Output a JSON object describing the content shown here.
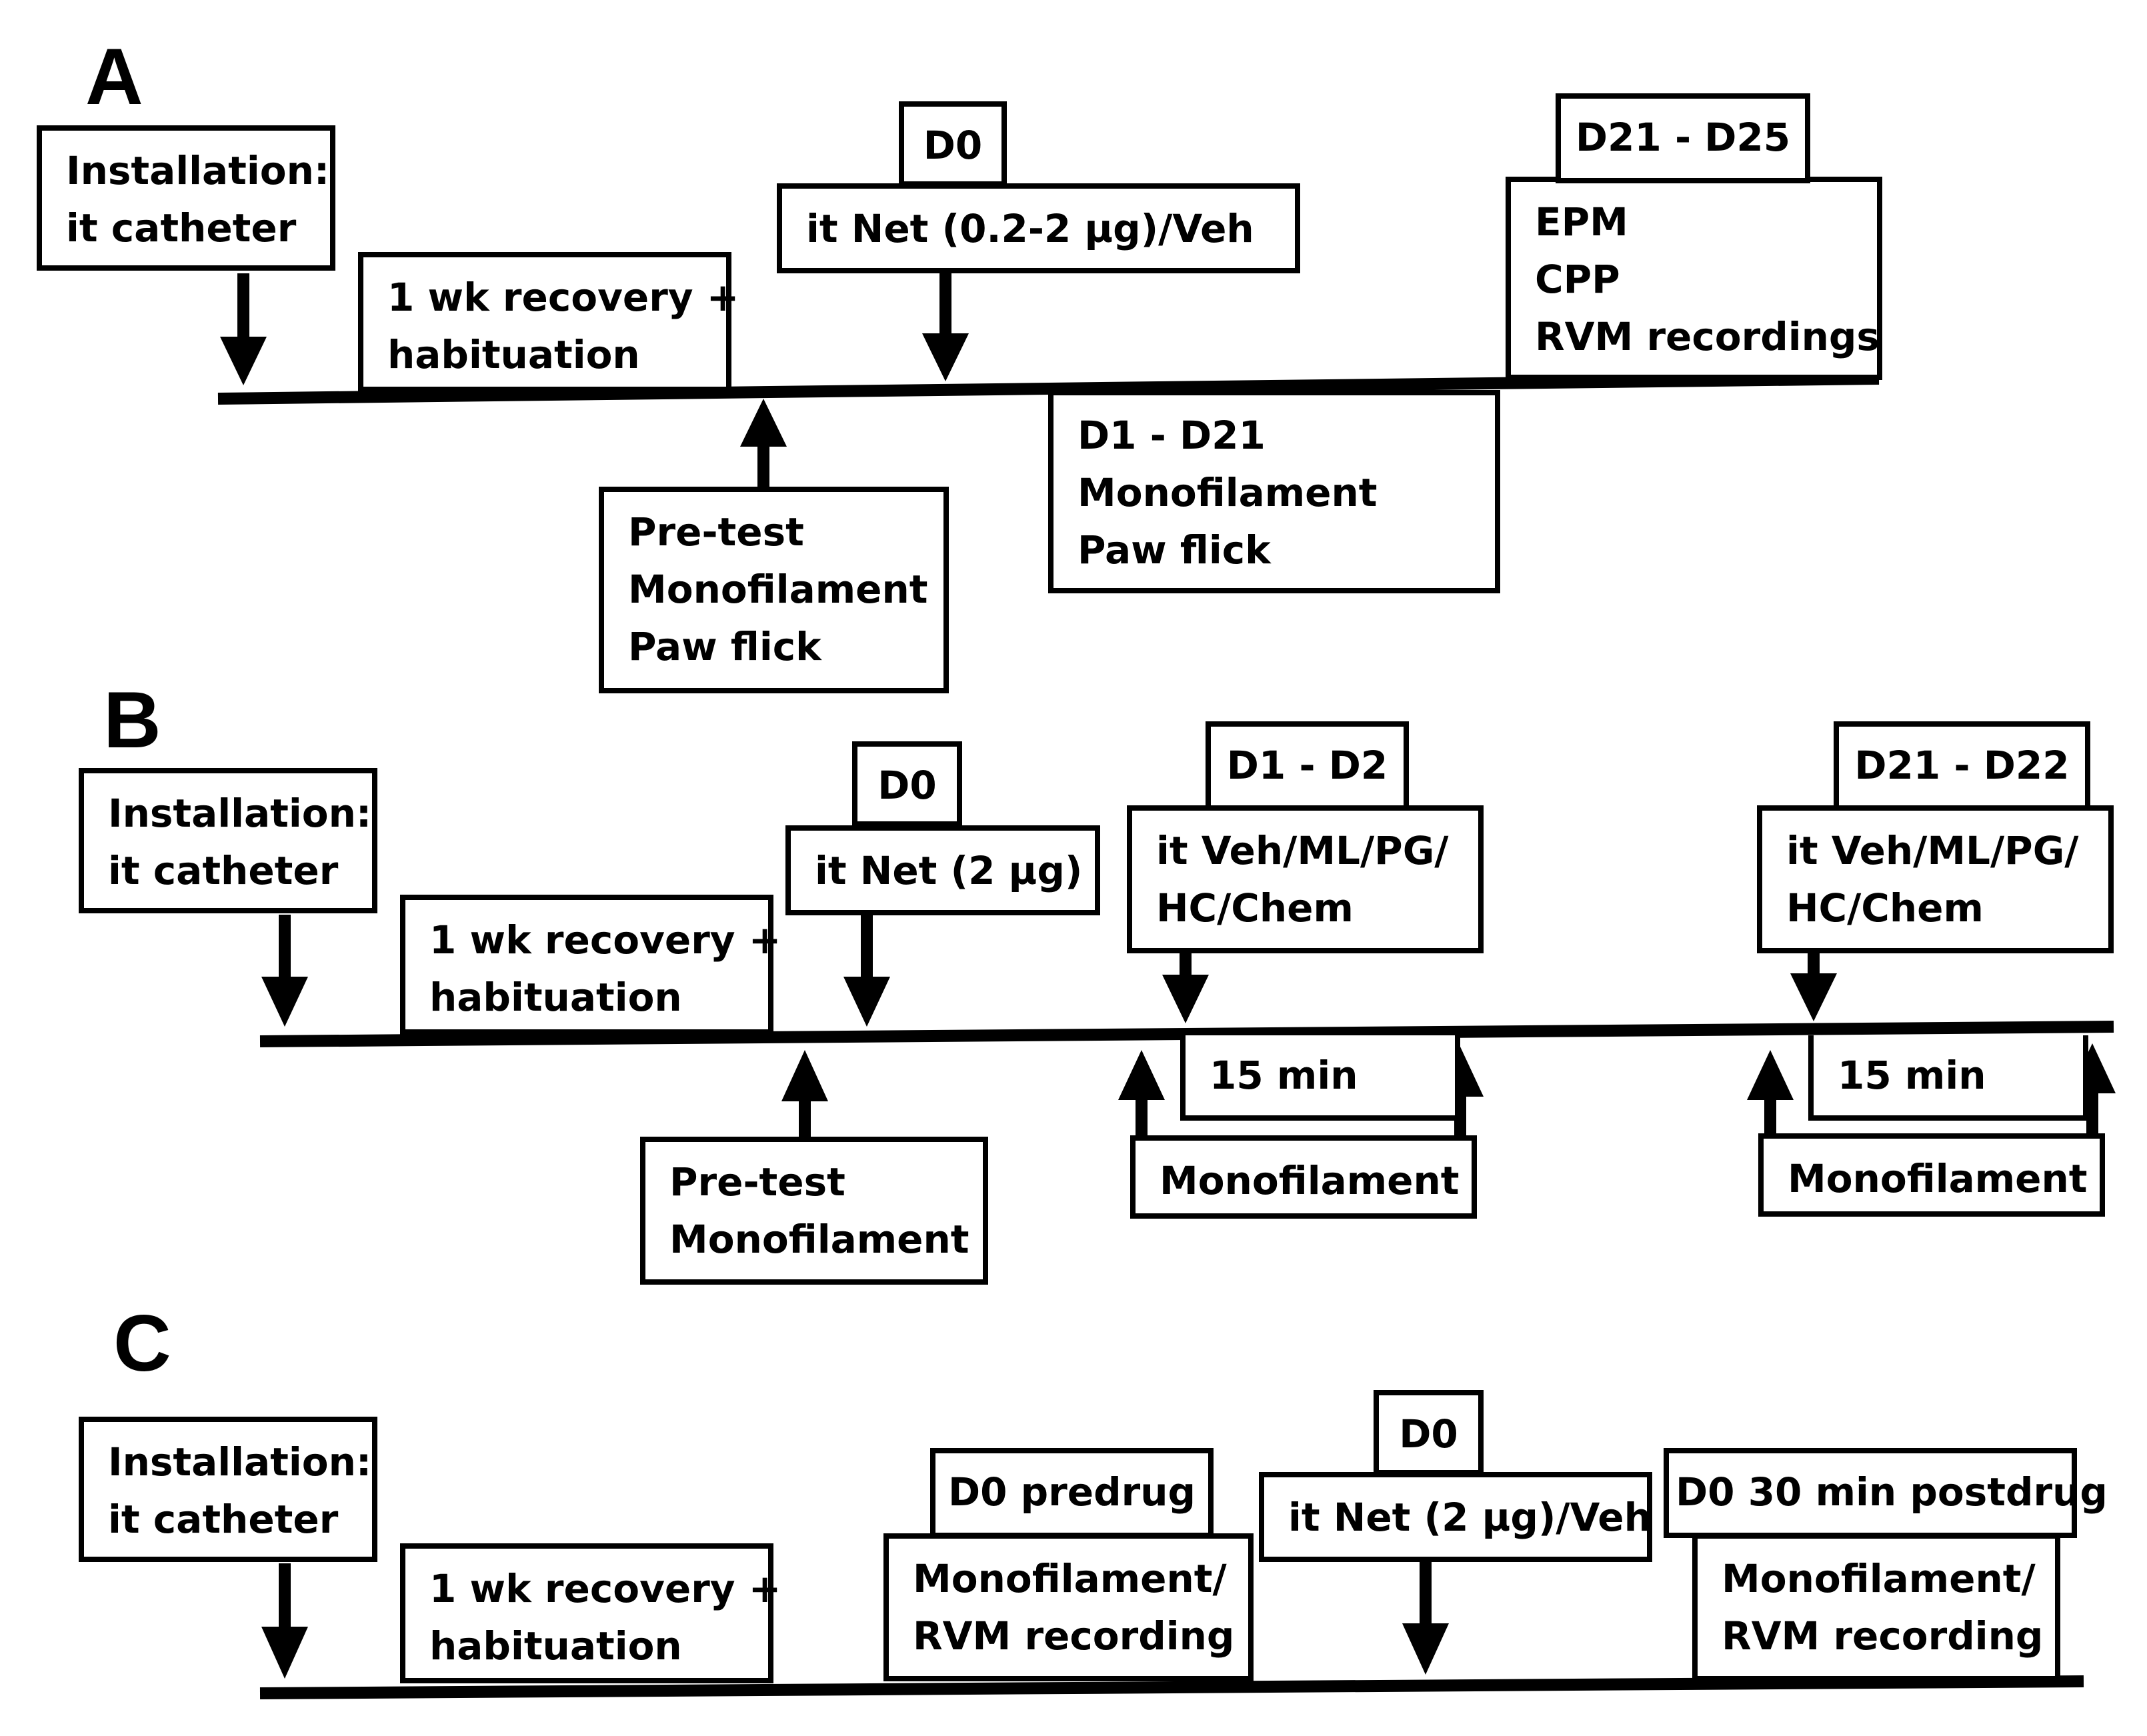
{
  "panels": {
    "a": {
      "letter": "A",
      "installation": [
        "Installation:",
        "it catheter"
      ],
      "recovery": [
        "1 wk recovery +",
        "habituation"
      ],
      "pretest": [
        "Pre-test",
        "Monofilament",
        "Paw flick"
      ],
      "day0_label": "D0",
      "day0_treatment": "it Net (0.2-2 µg)/Veh",
      "days_1_21": [
        "D1 - D21",
        "Monofilament",
        "Paw flick"
      ],
      "days_21_25_label": "D21 - D25",
      "days_21_25_tests": [
        "EPM",
        "CPP",
        "RVM recordings"
      ]
    },
    "b": {
      "letter": "B",
      "installation": [
        "Installation:",
        "it catheter"
      ],
      "recovery": [
        "1 wk recovery +",
        "habituation"
      ],
      "pretest": [
        "Pre-test",
        "Monofilament"
      ],
      "day0_label": "D0",
      "day0_treatment": "it Net (2 µg)",
      "days_1_2_label": "D1 - D2",
      "days_1_2_treatment": [
        "it Veh/ML/PG/",
        "HC/Chem"
      ],
      "days_1_2_interval": "15 min",
      "days_1_2_test": "Monofilament",
      "days_21_22_label": "D21 - D22",
      "days_21_22_treatment": [
        "it Veh/ML/PG/",
        "HC/Chem"
      ],
      "days_21_22_interval": "15 min",
      "days_21_22_test": "Monofilament"
    },
    "c": {
      "letter": "C",
      "installation": [
        "Installation:",
        "it catheter"
      ],
      "recovery": [
        "1 wk recovery +",
        "habituation"
      ],
      "predrug_label": "D0 predrug",
      "predrug_tests": [
        "Monofilament/",
        "RVM recording"
      ],
      "day0_label": "D0",
      "day0_treatment": "it Net (2 µg)/Veh",
      "postdrug_label": "D0 30 min postdrug",
      "postdrug_tests": [
        "Monofilament/",
        "RVM recording"
      ]
    }
  }
}
